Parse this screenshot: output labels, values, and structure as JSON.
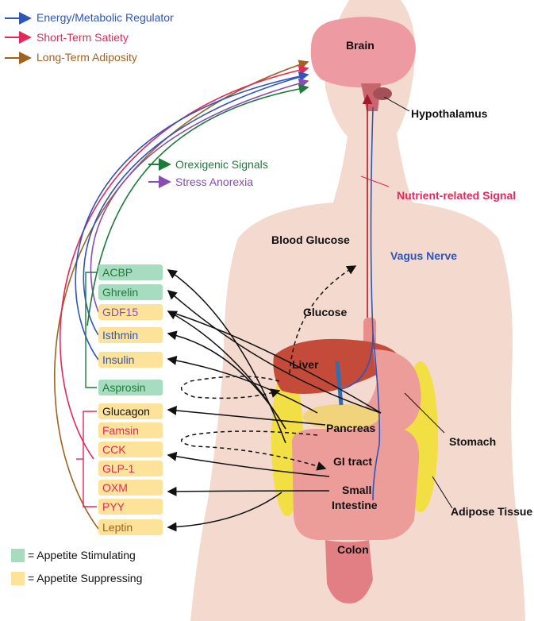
{
  "legend_top": [
    {
      "label": "Energy/Metabolic Regulator",
      "color": "#2e55b8"
    },
    {
      "label": "Short-Term Satiety",
      "color": "#e3285a"
    },
    {
      "label": "Long-Term Adiposity",
      "color": "#a0621f"
    }
  ],
  "legend_mid": [
    {
      "label": "Orexigenic Signals",
      "color": "#1e7a3a"
    },
    {
      "label": "Stress Anorexia",
      "color": "#8a4bb5"
    }
  ],
  "organs": {
    "brain": "Brain",
    "hypothalamus": "Hypothalamus",
    "nutrient_signal": "Nutrient-related Signal",
    "blood_glucose": "Blood Glucose",
    "vagus_nerve": "Vagus Nerve",
    "glucose": "Glucose",
    "liver": "Liver",
    "pancreas": "Pancreas",
    "stomach": "Stomach",
    "gi_tract": "GI tract",
    "small_intestine_1": "Small",
    "small_intestine_2": "Intestine",
    "adipose": "Adipose Tissue",
    "colon": "Colon"
  },
  "signals": [
    {
      "label": "ACBP",
      "type": "stimulating",
      "text_color": "#1e7a3a"
    },
    {
      "label": "Ghrelin",
      "type": "stimulating",
      "text_color": "#1e7a3a"
    },
    {
      "label": "GDF15",
      "type": "suppressing",
      "text_color": "#8a4bb5"
    },
    {
      "label": "Isthmin",
      "type": "suppressing",
      "text_color": "#2e55b8"
    },
    {
      "label": "Insulin",
      "type": "suppressing",
      "text_color": "#2e55b8"
    },
    {
      "label": "Asprosin",
      "type": "stimulating",
      "text_color": "#1e7a3a"
    },
    {
      "label": "Glucagon",
      "type": "suppressing",
      "text_color": "#111111"
    },
    {
      "label": "Famsin",
      "type": "suppressing",
      "text_color": "#e3285a"
    },
    {
      "label": "CCK",
      "type": "suppressing",
      "text_color": "#e3285a"
    },
    {
      "label": "GLP-1",
      "type": "suppressing",
      "text_color": "#e3285a"
    },
    {
      "label": "OXM",
      "type": "suppressing",
      "text_color": "#e3285a"
    },
    {
      "label": "PYY",
      "type": "suppressing",
      "text_color": "#e3285a"
    },
    {
      "label": "Leptin",
      "type": "suppressing",
      "text_color": "#a0621f"
    }
  ],
  "key": {
    "stimulating": "= Appetite Stimulating",
    "suppressing": "= Appetite Suppressing",
    "stimulating_color": "#a8dcc0",
    "suppressing_color": "#fde39a"
  }
}
